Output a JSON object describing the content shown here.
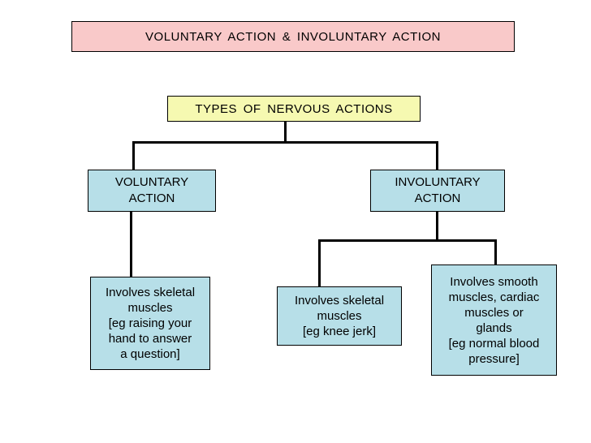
{
  "title": "VOLUNTARY   ACTION  &  INVOLUNTARY  ACTION",
  "root": "TYPES  OF  NERVOUS  ACTIONS",
  "voluntary": {
    "label": "VOLUNTARY\nACTION",
    "description": "Involves skeletal\nmuscles\n[eg raising your\nhand to answer\na question]"
  },
  "involuntary": {
    "label": "INVOLUNTARY\nACTION",
    "children": [
      {
        "description": "Involves skeletal\nmuscles\n[eg knee jerk]"
      },
      {
        "description": "Involves smooth\nmuscles, cardiac\nmuscles or\nglands\n[eg normal blood\npressure]"
      }
    ]
  },
  "colors": {
    "title_fill": "#f9c9c9",
    "root_fill": "#f6f9b1",
    "node_fill": "#b7dfe8",
    "connector": "#000000"
  }
}
